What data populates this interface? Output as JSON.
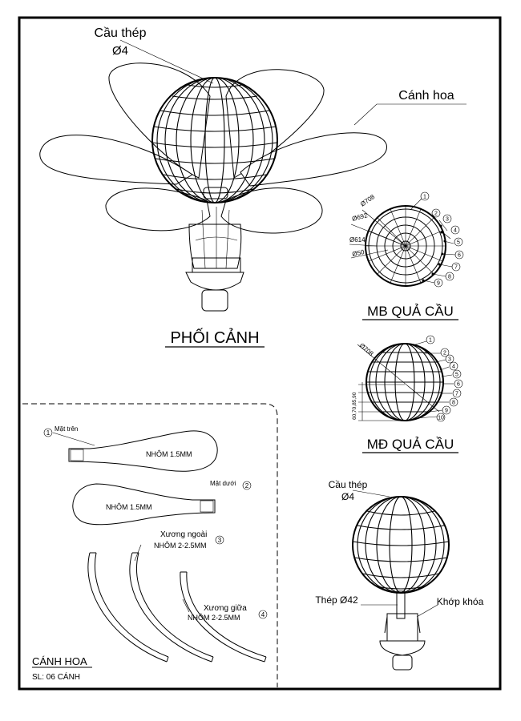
{
  "perspective": {
    "steel_ball_label": "Cầu thép",
    "steel_ball_dim": "Ø4",
    "petal_label": "Cánh hoa",
    "title": "PHỐI CẢNH"
  },
  "plan_view": {
    "title": "MB QUẢ CẦU",
    "diameters": [
      "Ø708",
      "Ø692",
      "Ø614",
      "Ø50"
    ],
    "callouts": [
      "1",
      "2",
      "3",
      "4",
      "5",
      "6",
      "7",
      "8",
      "9"
    ]
  },
  "elevation_view": {
    "title": "MĐ QUẢ CẦU",
    "diameter": "Ø708",
    "heights": "60,70,85,90",
    "callouts": [
      "1",
      "2",
      "3",
      "4",
      "5",
      "6",
      "7",
      "8",
      "9",
      "10"
    ]
  },
  "assembly": {
    "steel_ball_label": "Cầu thép",
    "steel_ball_dim": "Ø4",
    "pipe_label": "Thép Ø42",
    "lock_label": "Khớp khóa"
  },
  "petal_detail": {
    "part1_num": "1",
    "part1_name": "Mặt trên",
    "part1_material": "NHÔM 1.5MM",
    "part2_num": "2",
    "part2_name": "Mặt dưới",
    "part2_material": "NHÔM 1.5MM",
    "part3_num": "3",
    "part3_name": "Xương ngoài",
    "part3_material": "NHÔM 2-2.5MM",
    "part4_num": "4",
    "part4_name": "Xương giữa",
    "part4_material": "NHÔM 2-2.5MM",
    "title": "CÁNH HOA",
    "quantity": "SL: 06 CÁNH"
  }
}
